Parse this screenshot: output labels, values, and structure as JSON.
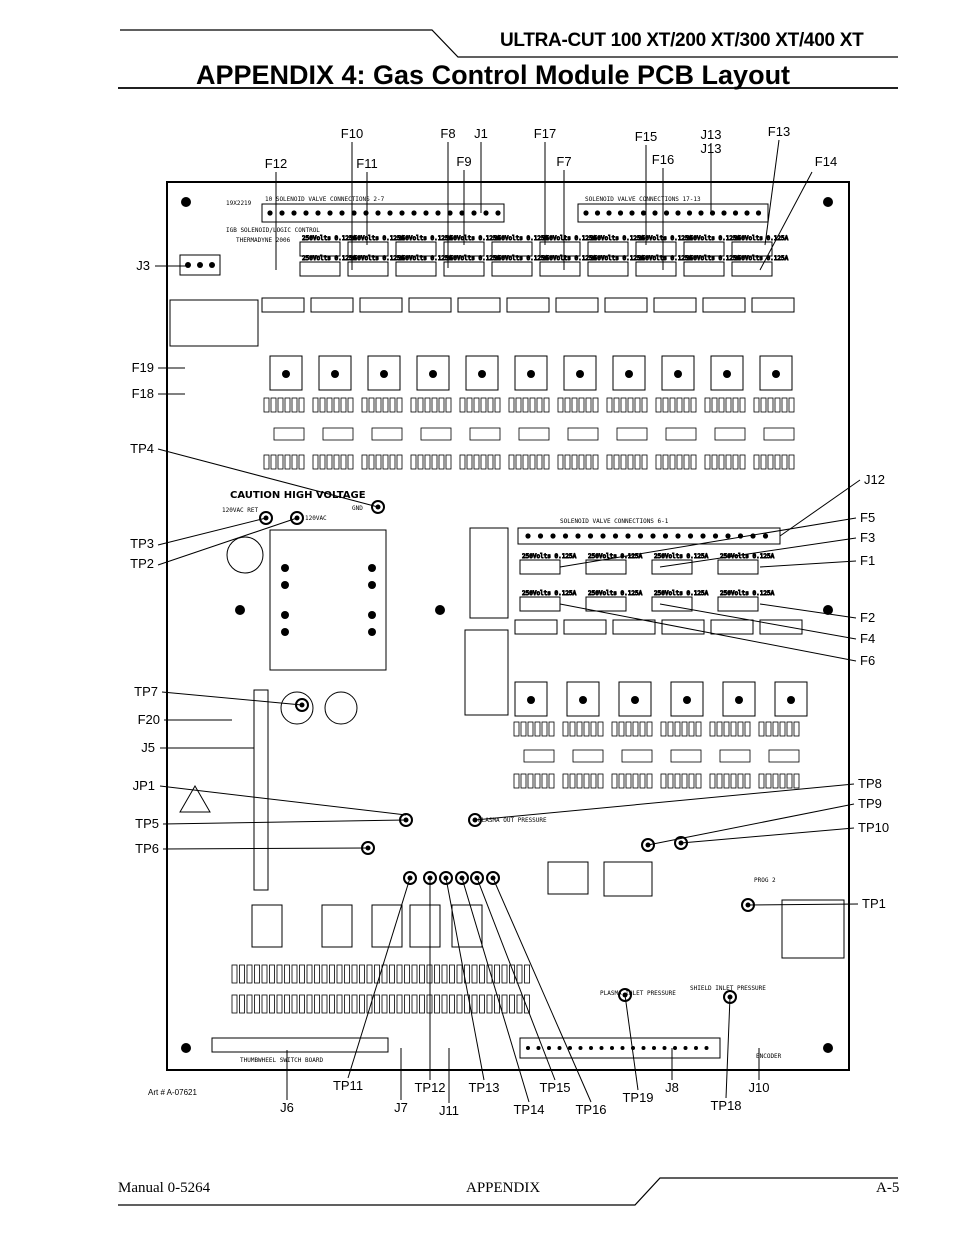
{
  "header": {
    "product_title": "ULTRA-CUT 100 XT/200 XT/300 XT/400 XT",
    "page_title": "APPENDIX 4: Gas Control Module PCB  Layout"
  },
  "footer": {
    "manual": "Manual 0-5264",
    "section": "APPENDIX",
    "page": "A-5"
  },
  "art_number": "Art # A-07621",
  "board_text": {
    "solenoid_left": "10  SOLENOID VALVE CONNECTIONS  2-7",
    "solenoid_right": "SOLENOID VALVE CONNECTIONS  17-13",
    "solenoid_mid": "SOLENOID VALVE CONNECTIONS  6-1",
    "part_no": "19X2219",
    "board_name": "IGB SOLENOID/LOGIC CONTROL",
    "copyright": "THERMADYNE 2006",
    "caution": "CAUTION HIGH VOLTAGE",
    "fuse_rating": "250Volts 0.125A",
    "v120ac_ret": "120VAC RET",
    "v120ac": "120VAC",
    "gnd": "GND",
    "thumbwheel": "THUMBWHEEL SWITCH BOARD",
    "plasma_out": "PLASMA OUT PRESSURE",
    "plasma_in": "PLASMA INLET PRESSURE",
    "shield_in": "SHIELD INLET PRESSURE",
    "encoder": "ENCODER",
    "prog": "PROG 2"
  },
  "callouts": {
    "F10": "F10",
    "F8": "F8",
    "J1": "J1",
    "F17": "F17",
    "F15": "F15",
    "J13a": "J13",
    "J13b": "J13",
    "F13": "F13",
    "F12": "F12",
    "F11": "F11",
    "F9": "F9",
    "F7": "F7",
    "F16": "F16",
    "F14": "F14",
    "J3": "J3",
    "F19": "F19",
    "F18": "F18",
    "TP4": "TP4",
    "TP3": "TP3",
    "TP2": "TP2",
    "TP7": "TP7",
    "F20": "F20",
    "J5": "J5",
    "JP1": "JP1",
    "TP5": "TP5",
    "TP6": "TP6",
    "J12": "J12",
    "F5": "F5",
    "F3": "F3",
    "F1": "F1",
    "F2": "F2",
    "F4": "F4",
    "F6": "F6",
    "TP8": "TP8",
    "TP9": "TP9",
    "TP10": "TP10",
    "TP1": "TP1",
    "TP11": "TP11",
    "TP12": "TP12",
    "TP13": "TP13",
    "TP15": "TP15",
    "J8": "J8",
    "J10": "J10",
    "J6": "J6",
    "J7": "J7",
    "J11": "J11",
    "TP14": "TP14",
    "TP16": "TP16",
    "TP19": "TP19",
    "TP18": "TP18"
  }
}
